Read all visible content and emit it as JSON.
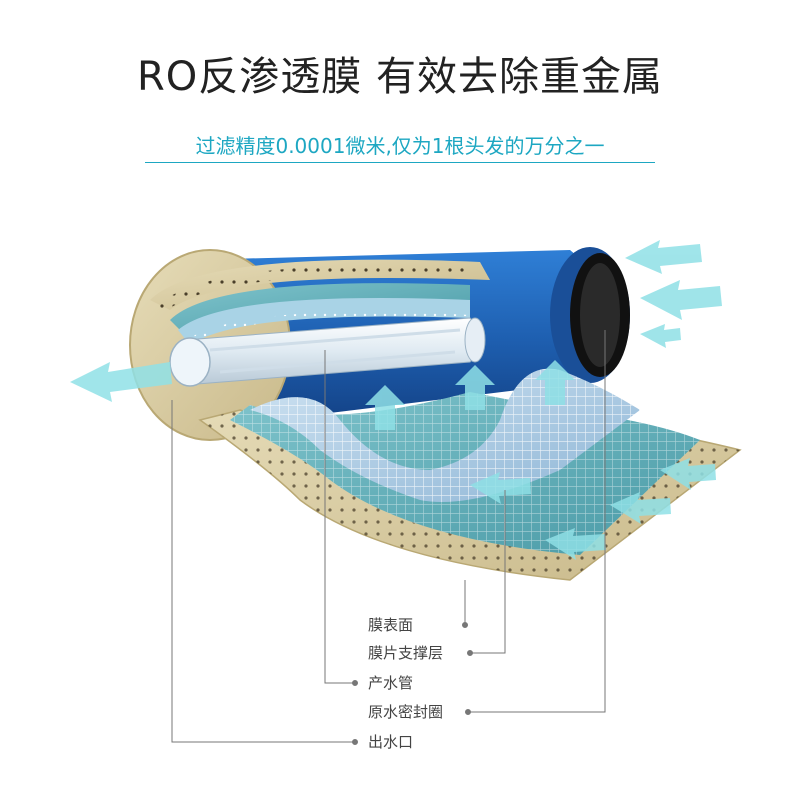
{
  "header": {
    "title": "RO反渗透膜  有效去除重金属",
    "subtitle": "过滤精度0.0001微米,仅为1根头发的万分之一"
  },
  "labels": {
    "membrane_surface": "膜表面",
    "support_layer": "膜片支撑层",
    "product_tube": "产水管",
    "raw_water_seal": "原水密封圈",
    "water_outlet": "出水口"
  },
  "colors": {
    "accent": "#1da7c2",
    "blue_shell": "#1e5fb0",
    "tan_layer": "#d9cda6",
    "arrow": "#8fe0e6"
  }
}
